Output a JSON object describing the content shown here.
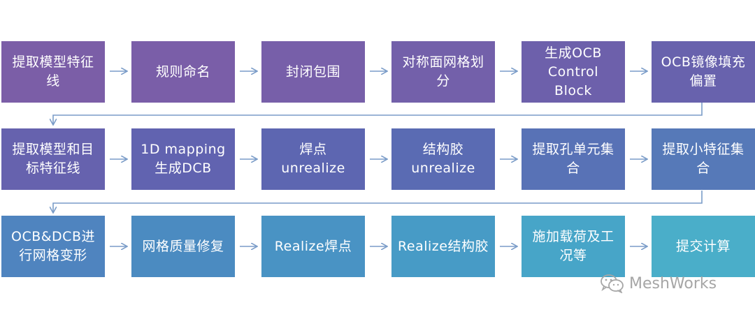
{
  "steps": [
    {
      "label": "提取模型特征线",
      "color": "#7b5ea7"
    },
    {
      "label": "规则命名",
      "color": "#7a5ea8"
    },
    {
      "label": "封闭包围",
      "color": "#775fa9"
    },
    {
      "label": "对称面网格划分",
      "color": "#7360aa"
    },
    {
      "label": "生成OCB Control Block",
      "color": "#6d60ab"
    },
    {
      "label": "OCB镜像填充偏置",
      "color": "#6862ad"
    },
    {
      "label": "提取模型和目标特征线",
      "color": "#6662ae"
    },
    {
      "label": "1D mapping 生成DCB",
      "color": "#6163b0"
    },
    {
      "label": "焊点 unrealize",
      "color": "#5d66b1"
    },
    {
      "label": "结构胶 unrealize",
      "color": "#5a6bb3"
    },
    {
      "label": "提取孔单元集合",
      "color": "#5872b6"
    },
    {
      "label": "提取小特征集合",
      "color": "#5679b8"
    },
    {
      "label": "OCB&DCB进行网格变形",
      "color": "#4f84bf"
    },
    {
      "label": "网格质量修复",
      "color": "#4b8bc1"
    },
    {
      "label": "Realize焊点",
      "color": "#4993c4"
    },
    {
      "label": "Realize结构胶",
      "color": "#479bc6"
    },
    {
      "label": "施加载荷及工况等",
      "color": "#47a5c8"
    },
    {
      "label": "提交计算",
      "color": "#4aaec9"
    }
  ],
  "watermark": {
    "text": "MeshWorks",
    "icon": "wechat-icon"
  }
}
